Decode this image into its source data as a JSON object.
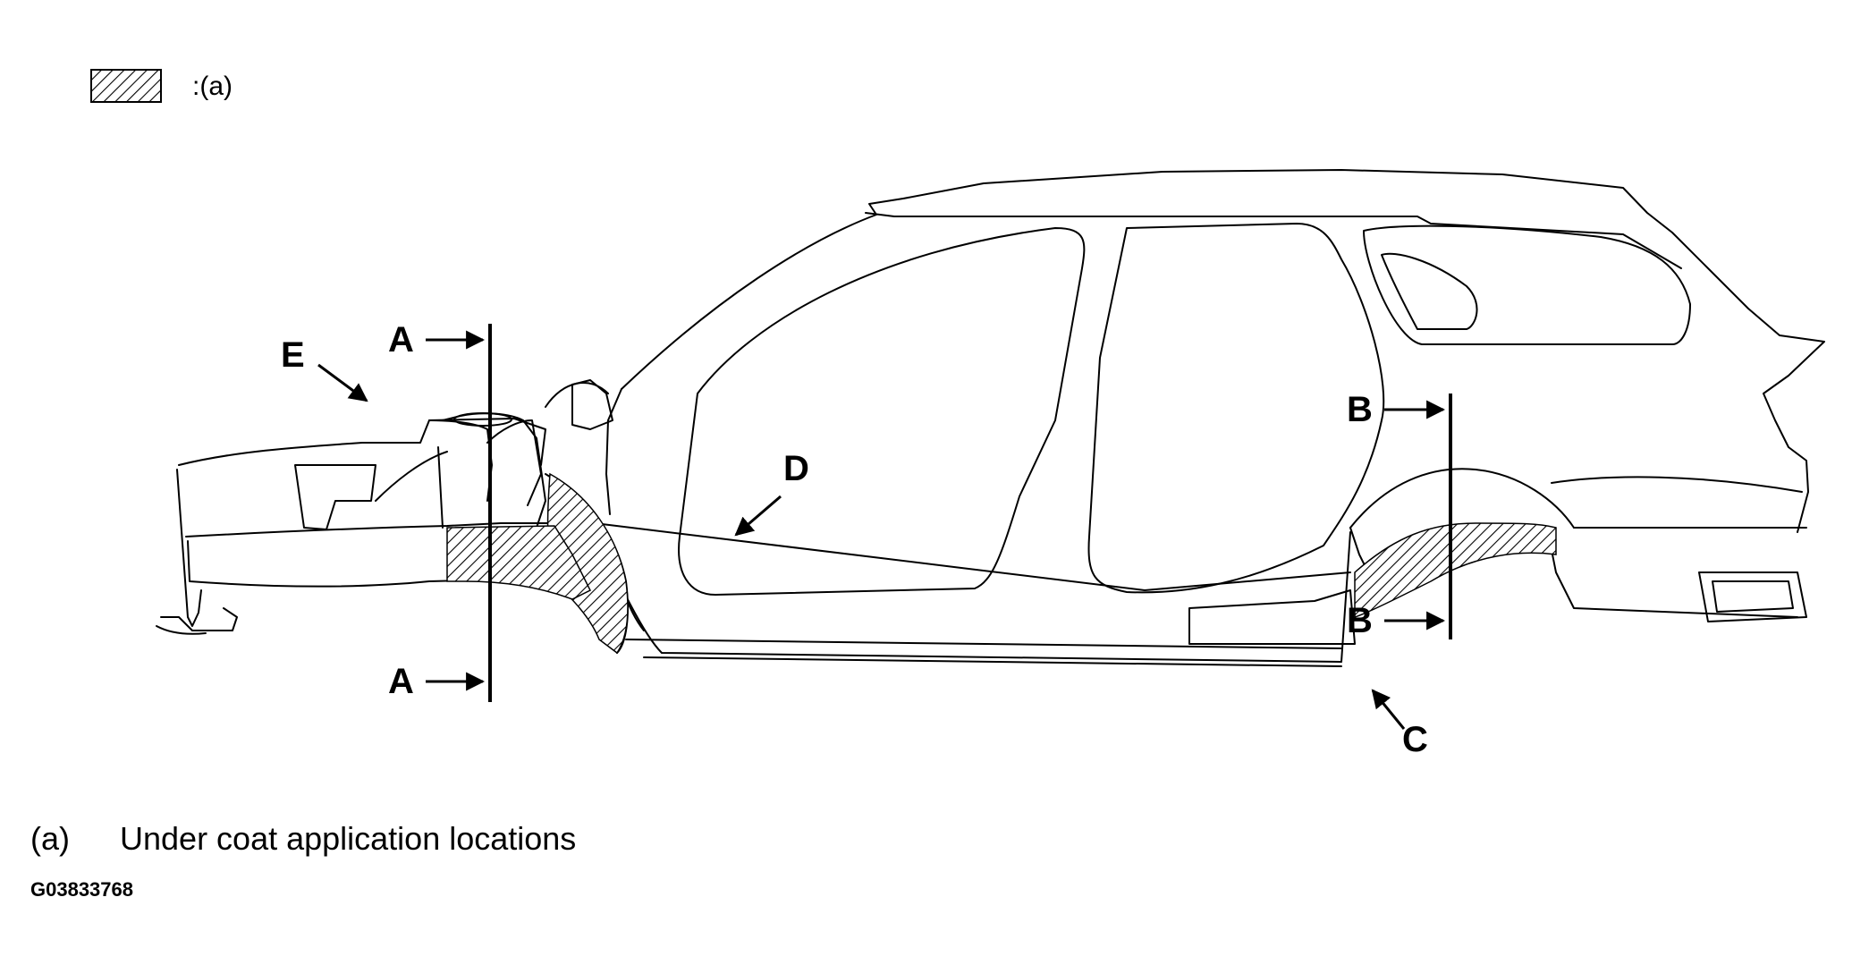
{
  "legend": {
    "key_text": ":(a)"
  },
  "callouts": {
    "a_top": "A",
    "a_bottom": "A",
    "b_top": "B",
    "b_bottom": "B",
    "c": "C",
    "d": "D",
    "e": "E"
  },
  "caption": {
    "key": "(a)",
    "text": "Under coat application locations"
  },
  "figure_id": "G03833768",
  "colors": {
    "line": "#000000",
    "hatch": "#000000",
    "background": "#ffffff"
  }
}
